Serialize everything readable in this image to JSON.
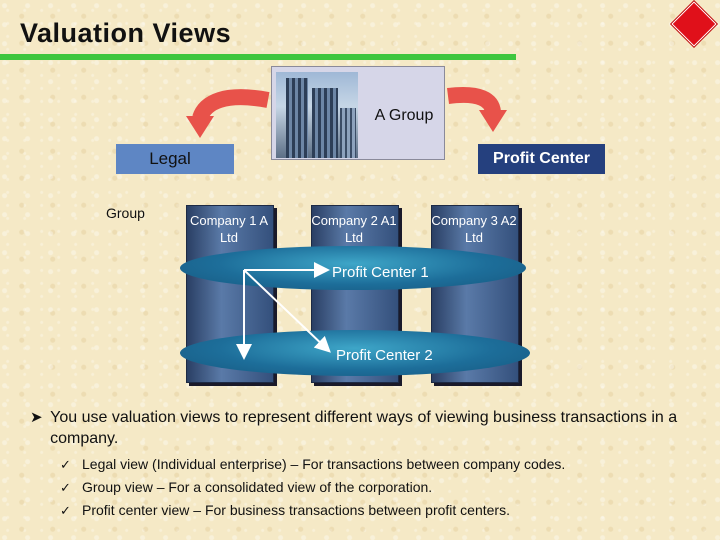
{
  "title": "Valuation Views",
  "center": {
    "label": "A Group"
  },
  "views": {
    "legal": "Legal",
    "group": "Group",
    "profit_center": "Profit Center"
  },
  "columns": [
    {
      "label": "Company 1 A Ltd"
    },
    {
      "label": "Company 2 A1 Ltd"
    },
    {
      "label": "Company 3 A2 Ltd"
    }
  ],
  "profit_centers": [
    "Profit Center 1",
    "Profit Center 2"
  ],
  "bullets": {
    "main": "You use valuation views to represent different ways of viewing business transactions in a company.",
    "sub": [
      "Legal view (Individual enterprise) – For transactions between company codes.",
      "Group view – For a consolidated view of the corporation.",
      "Profit center view – For business transactions between profit centers."
    ]
  },
  "colors": {
    "accent_green": "#3ec63e",
    "arrow_red": "#e8524a",
    "legal_blue": "#5e86c4",
    "pc_navy": "#25407e"
  },
  "icons": {
    "corner": "red-diamond-icon",
    "bullet": "arrow-bullet-icon",
    "check": "check-icon"
  }
}
